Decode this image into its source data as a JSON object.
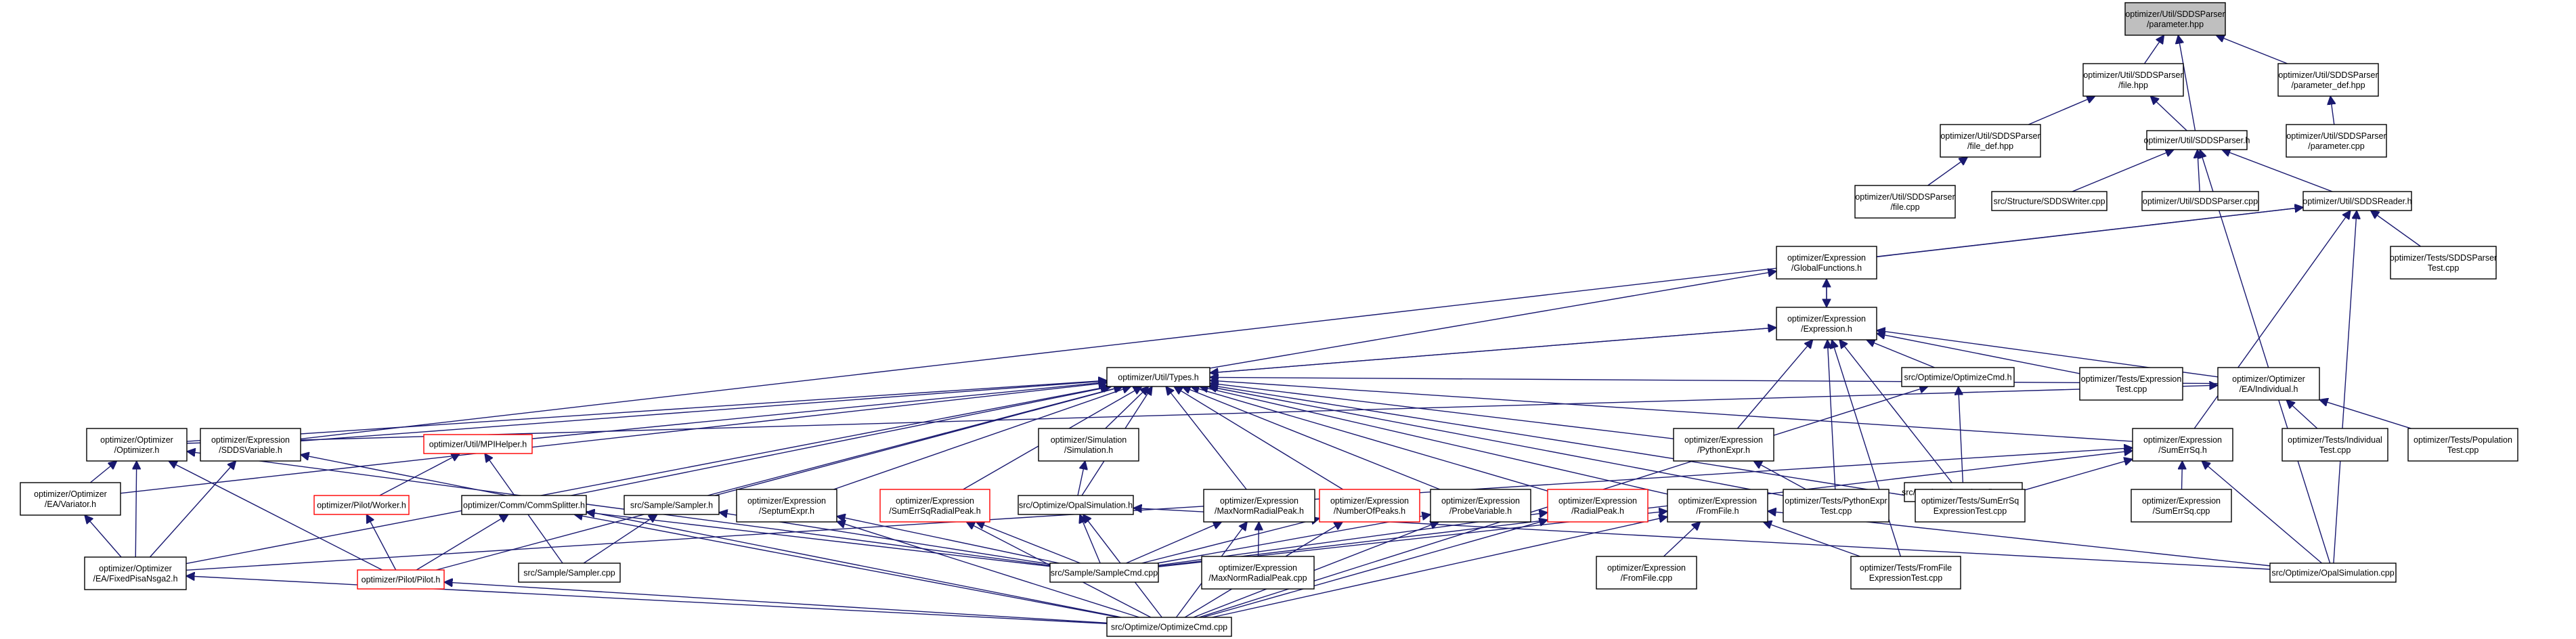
{
  "nodes": [
    {
      "id": "n_param_hpp",
      "lines": [
        "optimizer/Util/SDDSParser",
        "/parameter.hpp"
      ],
      "style": "highlight"
    },
    {
      "id": "n_file_hpp",
      "lines": [
        "optimizer/Util/SDDSParser",
        "/file.hpp"
      ]
    },
    {
      "id": "n_param_def",
      "lines": [
        "optimizer/Util/SDDSParser",
        "/parameter_def.hpp"
      ]
    },
    {
      "id": "n_file_def",
      "lines": [
        "optimizer/Util/SDDSParser",
        "/file_def.hpp"
      ]
    },
    {
      "id": "n_sddsparser_h",
      "lines": [
        "optimizer/Util/SDDSParser.h"
      ]
    },
    {
      "id": "n_param_cpp",
      "lines": [
        "optimizer/Util/SDDSParser",
        "/parameter.cpp"
      ]
    },
    {
      "id": "n_file_cpp",
      "lines": [
        "optimizer/Util/SDDSParser",
        "/file.cpp"
      ]
    },
    {
      "id": "n_sddswriter",
      "lines": [
        "src/Structure/SDDSWriter.cpp"
      ]
    },
    {
      "id": "n_sddsparser_cpp",
      "lines": [
        "optimizer/Util/SDDSParser.cpp"
      ]
    },
    {
      "id": "n_sddsreader",
      "lines": [
        "optimizer/Util/SDDSReader.h"
      ]
    },
    {
      "id": "n_globalfunc",
      "lines": [
        "optimizer/Expression",
        "/GlobalFunctions.h"
      ]
    },
    {
      "id": "n_sddsparsertest",
      "lines": [
        "optimizer/Tests/SDDSParser",
        "Test.cpp"
      ]
    },
    {
      "id": "n_expression",
      "lines": [
        "optimizer/Expression",
        "/Expression.h"
      ]
    },
    {
      "id": "n_types",
      "lines": [
        "optimizer/Util/Types.h"
      ]
    },
    {
      "id": "n_optimizecmd_h",
      "lines": [
        "src/Optimize/OptimizeCmd.h"
      ]
    },
    {
      "id": "n_exprtest",
      "lines": [
        "optimizer/Tests/Expression",
        "Test.cpp"
      ]
    },
    {
      "id": "n_individual",
      "lines": [
        "optimizer/Optimizer",
        "/EA/Individual.h"
      ]
    },
    {
      "id": "n_optimizer_h",
      "lines": [
        "optimizer/Optimizer",
        "/Optimizer.h"
      ]
    },
    {
      "id": "n_sddsvariable",
      "lines": [
        "optimizer/Expression",
        "/SDDSVariable.h"
      ]
    },
    {
      "id": "n_mpihelper",
      "lines": [
        "optimizer/Util/MPIHelper.h"
      ],
      "style": "red"
    },
    {
      "id": "n_simulation",
      "lines": [
        "optimizer/Simulation",
        "/Simulation.h"
      ]
    },
    {
      "id": "n_pythonexpr",
      "lines": [
        "optimizer/Expression",
        "/PythonExpr.h"
      ]
    },
    {
      "id": "n_configure",
      "lines": [
        "src/OpalConfigure/Configure.cpp"
      ]
    },
    {
      "id": "n_sumerrsq",
      "lines": [
        "optimizer/Expression",
        "/SumErrSq.h"
      ]
    },
    {
      "id": "n_individualtest",
      "lines": [
        "optimizer/Tests/Individual",
        "Test.cpp"
      ]
    },
    {
      "id": "n_populationtest",
      "lines": [
        "optimizer/Tests/Population",
        "Test.cpp"
      ]
    },
    {
      "id": "n_variator",
      "lines": [
        "optimizer/Optimizer",
        "/EA/Variator.h"
      ]
    },
    {
      "id": "n_worker",
      "lines": [
        "optimizer/Pilot/Worker.h"
      ],
      "style": "red"
    },
    {
      "id": "n_commsplitter",
      "lines": [
        "optimizer/Comm/CommSplitter.h"
      ]
    },
    {
      "id": "n_sampler_h",
      "lines": [
        "src/Sample/Sampler.h"
      ]
    },
    {
      "id": "n_septum",
      "lines": [
        "optimizer/Expression",
        "/SeptumExpr.h"
      ]
    },
    {
      "id": "n_sumerrsqradial",
      "lines": [
        "optimizer/Expression",
        "/SumErrSqRadialPeak.h"
      ],
      "style": "red"
    },
    {
      "id": "n_opalsim_h",
      "lines": [
        "src/Optimize/OpalSimulation.h"
      ]
    },
    {
      "id": "n_maxnorm",
      "lines": [
        "optimizer/Expression",
        "/MaxNormRadialPeak.h"
      ]
    },
    {
      "id": "n_numpeaks",
      "lines": [
        "optimizer/Expression",
        "/NumberOfPeaks.h"
      ],
      "style": "red"
    },
    {
      "id": "n_probevar",
      "lines": [
        "optimizer/Expression",
        "/ProbeVariable.h"
      ]
    },
    {
      "id": "n_radialpeak",
      "lines": [
        "optimizer/Expression",
        "/RadialPeak.h"
      ],
      "style": "red"
    },
    {
      "id": "n_fromfile",
      "lines": [
        "optimizer/Expression",
        "/FromFile.h"
      ]
    },
    {
      "id": "n_pythonexprtest",
      "lines": [
        "optimizer/Tests/PythonExpr",
        "Test.cpp"
      ]
    },
    {
      "id": "n_sumerrsqexprtest",
      "lines": [
        "optimizer/Tests/SumErrSq",
        "ExpressionTest.cpp"
      ]
    },
    {
      "id": "n_sumerrsq_cpp",
      "lines": [
        "optimizer/Expression",
        "/SumErrSq.cpp"
      ]
    },
    {
      "id": "n_fixedpisa",
      "lines": [
        "optimizer/Optimizer",
        "/EA/FixedPisaNsga2.h"
      ]
    },
    {
      "id": "n_pilot",
      "lines": [
        "optimizer/Pilot/Pilot.h"
      ],
      "style": "red"
    },
    {
      "id": "n_sampler_cpp",
      "lines": [
        "src/Sample/Sampler.cpp"
      ]
    },
    {
      "id": "n_samplecmd",
      "lines": [
        "src/Sample/SampleCmd.cpp"
      ]
    },
    {
      "id": "n_maxnorm_cpp",
      "lines": [
        "optimizer/Expression",
        "/MaxNormRadialPeak.cpp"
      ]
    },
    {
      "id": "n_fromfile_cpp",
      "lines": [
        "optimizer/Expression",
        "/FromFile.cpp"
      ]
    },
    {
      "id": "n_fromfiletest",
      "lines": [
        "optimizer/Tests/FromFile",
        "ExpressionTest.cpp"
      ]
    },
    {
      "id": "n_opalsim_cpp",
      "lines": [
        "src/Optimize/OpalSimulation.cpp"
      ]
    },
    {
      "id": "n_optimizecmd_cpp",
      "lines": [
        "src/Optimize/OptimizeCmd.cpp"
      ]
    }
  ],
  "edges": [
    [
      "n_param_hpp",
      "n_file_hpp"
    ],
    [
      "n_param_hpp",
      "n_param_def"
    ],
    [
      "n_param_hpp",
      "n_sddsparser_h"
    ],
    [
      "n_file_hpp",
      "n_file_def"
    ],
    [
      "n_file_hpp",
      "n_sddsparser_h"
    ],
    [
      "n_param_def",
      "n_param_cpp"
    ],
    [
      "n_file_def",
      "n_file_cpp"
    ],
    [
      "n_sddsparser_h",
      "n_sddswriter"
    ],
    [
      "n_sddsparser_h",
      "n_sddsparser_cpp"
    ],
    [
      "n_sddsparser_h",
      "n_sddsreader"
    ],
    [
      "n_sddsparser_h",
      "n_opalsim_cpp"
    ],
    [
      "n_sddsreader",
      "n_globalfunc"
    ],
    [
      "n_sddsreader",
      "n_sddsparsertest"
    ],
    [
      "n_sddsreader",
      "n_sddsvariable"
    ],
    [
      "n_sddsreader",
      "n_sumerrsq"
    ],
    [
      "n_sddsreader",
      "n_opalsim_cpp"
    ],
    [
      "n_globalfunc",
      "n_expression"
    ],
    [
      "n_expression",
      "n_globalfunc"
    ],
    [
      "n_globalfunc",
      "n_types"
    ],
    [
      "n_expression",
      "n_types"
    ],
    [
      "n_expression",
      "n_optimizecmd_h"
    ],
    [
      "n_expression",
      "n_exprtest"
    ],
    [
      "n_expression",
      "n_individual"
    ],
    [
      "n_expression",
      "n_pythonexpr"
    ],
    [
      "n_expression",
      "n_pythonexprtest"
    ],
    [
      "n_expression",
      "n_sumerrsqexprtest"
    ],
    [
      "n_expression",
      "n_fromfiletest"
    ],
    [
      "n_types",
      "n_expression"
    ],
    [
      "n_types",
      "n_optimizer_h"
    ],
    [
      "n_types",
      "n_sddsvariable"
    ],
    [
      "n_types",
      "n_mpihelper"
    ],
    [
      "n_types",
      "n_simulation"
    ],
    [
      "n_types",
      "n_pythonexpr"
    ],
    [
      "n_types",
      "n_sumerrsq"
    ],
    [
      "n_types",
      "n_individual"
    ],
    [
      "n_types",
      "n_variator"
    ],
    [
      "n_types",
      "n_fixedpisa"
    ],
    [
      "n_types",
      "n_pilot"
    ],
    [
      "n_types",
      "n_commsplitter"
    ],
    [
      "n_types",
      "n_sampler_h"
    ],
    [
      "n_types",
      "n_septum"
    ],
    [
      "n_types",
      "n_sumerrsqradial"
    ],
    [
      "n_types",
      "n_opalsim_h"
    ],
    [
      "n_types",
      "n_maxnorm"
    ],
    [
      "n_types",
      "n_numpeaks"
    ],
    [
      "n_types",
      "n_probevar"
    ],
    [
      "n_types",
      "n_radialpeak"
    ],
    [
      "n_types",
      "n_fromfile"
    ],
    [
      "n_types",
      "n_pythonexprtest"
    ],
    [
      "n_types",
      "n_sumerrsqexprtest"
    ],
    [
      "n_optimizecmd_h",
      "n_configure"
    ],
    [
      "n_optimizecmd_h",
      "n_optimizecmd_cpp"
    ],
    [
      "n_individual",
      "n_individualtest"
    ],
    [
      "n_individual",
      "n_populationtest"
    ],
    [
      "n_individual",
      "n_optimizer_h"
    ],
    [
      "n_optimizer_h",
      "n_variator"
    ],
    [
      "n_optimizer_h",
      "n_fixedpisa"
    ],
    [
      "n_optimizer_h",
      "n_pilot"
    ],
    [
      "n_optimizer_h",
      "n_samplecmd"
    ],
    [
      "n_sddsvariable",
      "n_fixedpisa"
    ],
    [
      "n_sddsvariable",
      "n_optimizecmd_cpp"
    ],
    [
      "n_mpihelper",
      "n_worker"
    ],
    [
      "n_mpihelper",
      "n_sampler_cpp"
    ],
    [
      "n_simulation",
      "n_opalsim_h"
    ],
    [
      "n_pythonexpr",
      "n_pythonexprtest"
    ],
    [
      "n_sumerrsq",
      "n_sumerrsqexprtest"
    ],
    [
      "n_sumerrsq",
      "n_sumerrsq_cpp"
    ],
    [
      "n_sumerrsq",
      "n_opalsim_cpp"
    ],
    [
      "n_sumerrsq",
      "n_samplecmd"
    ],
    [
      "n_sumerrsq",
      "n_fixedpisa"
    ],
    [
      "n_variator",
      "n_fixedpisa"
    ],
    [
      "n_worker",
      "n_pilot"
    ],
    [
      "n_commsplitter",
      "n_pilot"
    ],
    [
      "n_commsplitter",
      "n_samplecmd"
    ],
    [
      "n_commsplitter",
      "n_optimizecmd_cpp"
    ],
    [
      "n_sampler_h",
      "n_sampler_cpp"
    ],
    [
      "n_sampler_h",
      "n_samplecmd"
    ],
    [
      "n_septum",
      "n_samplecmd"
    ],
    [
      "n_septum",
      "n_optimizecmd_cpp"
    ],
    [
      "n_sumerrsqradial",
      "n_samplecmd"
    ],
    [
      "n_sumerrsqradial",
      "n_optimizecmd_cpp"
    ],
    [
      "n_opalsim_h",
      "n_samplecmd"
    ],
    [
      "n_opalsim_h",
      "n_optimizecmd_cpp"
    ],
    [
      "n_opalsim_h",
      "n_opalsim_cpp"
    ],
    [
      "n_maxnorm",
      "n_samplecmd"
    ],
    [
      "n_maxnorm",
      "n_maxnorm_cpp"
    ],
    [
      "n_maxnorm",
      "n_optimizecmd_cpp"
    ],
    [
      "n_numpeaks",
      "n_samplecmd"
    ],
    [
      "n_numpeaks",
      "n_optimizecmd_cpp"
    ],
    [
      "n_probevar",
      "n_samplecmd"
    ],
    [
      "n_probevar",
      "n_optimizecmd_cpp"
    ],
    [
      "n_radialpeak",
      "n_samplecmd"
    ],
    [
      "n_radialpeak",
      "n_optimizecmd_cpp"
    ],
    [
      "n_fromfile",
      "n_samplecmd"
    ],
    [
      "n_fromfile",
      "n_fromfile_cpp"
    ],
    [
      "n_fromfile",
      "n_fromfiletest"
    ],
    [
      "n_fromfile",
      "n_opalsim_cpp"
    ],
    [
      "n_fromfile",
      "n_optimizecmd_cpp"
    ],
    [
      "n_fixedpisa",
      "n_optimizecmd_cpp"
    ],
    [
      "n_pilot",
      "n_optimizecmd_cpp"
    ]
  ]
}
